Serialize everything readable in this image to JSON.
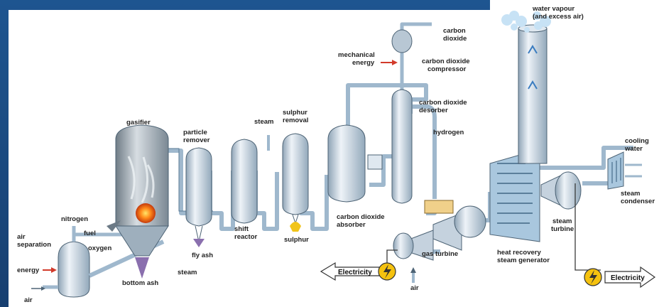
{
  "slide": {
    "background_color": "#1d4f86",
    "faded_header_lines": [
      "",
      "",
      ""
    ]
  },
  "diagram": {
    "labels": {
      "water_vapour": "water vapour",
      "water_vapour_2": "(and excess air)",
      "carbon_dioxide": "carbon",
      "carbon_dioxide_2": "dioxide",
      "mechanical_energy": "mechanical",
      "mechanical_energy_2": "energy",
      "co2_compressor": "carbon dioxide",
      "co2_compressor_2": "compressor",
      "co2_desorber": "carbon dioxide",
      "co2_desorber_2": "desorber",
      "hydrogen": "hydrogen",
      "gasifier": "gasifier",
      "particle_remover": "particle",
      "particle_remover_2": "remover",
      "steam_top": "steam",
      "sulphur_removal": "sulphur",
      "sulphur_removal_2": "removal",
      "cooling_water": "cooling",
      "cooling_water_2": "water",
      "steam_condenser": "steam",
      "steam_condenser_2": "condenser",
      "nitrogen": "nitrogen",
      "fuel": "fuel",
      "oxygen": "oxygen",
      "air_separation": "air",
      "air_separation_2": "separation",
      "energy": "energy",
      "air_bottom_left": "air",
      "bottom_ash": "bottom ash",
      "steam_bottom": "steam",
      "fly_ash": "fly ash",
      "shift_reactor": "shift",
      "shift_reactor_2": "reactor",
      "sulphur": "sulphur",
      "co2_absorber": "carbon dioxide",
      "co2_absorber_2": "absorber",
      "gas_turbine": "gas turbine",
      "air_bottom": "air",
      "heat_recovery": "heat recovery",
      "heat_recovery_2": "steam generator",
      "steam_turbine": "steam",
      "steam_turbine_2": "turbine",
      "electricity_left": "Electricity",
      "electricity_right": "Electricity"
    },
    "colors": {
      "vessel": "#c9d6e2",
      "pipe": "#9fb8cd",
      "outline": "#4d6375",
      "arrow_red": "#d23a2a",
      "electric": "#f5c20f"
    },
    "icons": [
      "lightning-icon",
      "electricity-arrow-icon",
      "steam-cloud-icon"
    ]
  }
}
